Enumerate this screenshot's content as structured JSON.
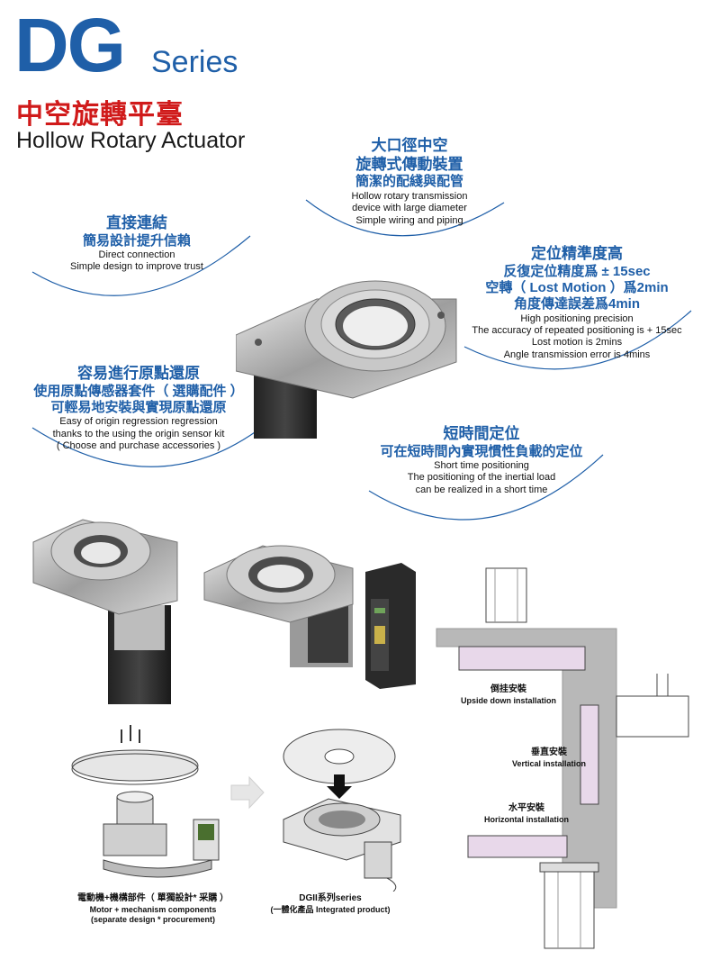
{
  "header": {
    "brand": "DG",
    "series": "Series",
    "title_zh": "中空旋轉平臺",
    "title_en": "Hollow Rotary Actuator"
  },
  "features": {
    "diameter": {
      "zh_h1": "大口徑中空",
      "zh_h2": "旋轉式傳動裝置",
      "zh_sub": "簡潔的配綫與配管",
      "en1": "Hollow rotary transmission",
      "en2": "device with large diameter",
      "en3": "Simple wiring and piping"
    },
    "direct": {
      "zh_h": "直接連結",
      "zh_sub": "簡易設計提升信賴",
      "en1": "Direct connection",
      "en2": "Simple design to improve trust"
    },
    "precision": {
      "zh_h": "定位精準度高",
      "zh1": "反復定位精度爲 ± 15sec",
      "zh2": "空轉（ Lost Motion ）爲2min",
      "zh3": "角度傳達誤差爲4min",
      "en1": "High positioning precision",
      "en2": "The accuracy of repeated positioning is + 15sec",
      "en3": "Lost motion is 2mins",
      "en4": "Angle transmission error is 4mins"
    },
    "origin": {
      "zh_h": "容易進行原點還原",
      "zh1": "使用原點傳感器套件（ 選購配件 ）",
      "zh2": "可輕易地安裝與實現原點還原",
      "en1": "Easy of origin regression regression",
      "en2": "thanks to the using the origin sensor kit",
      "en3": "( Choose and purchase accessories )"
    },
    "short": {
      "zh_h": "短時間定位",
      "zh_sub": "可在短時間內實現慣性負載的定位",
      "en1": "Short time positioning",
      "en2": "The positioning of the inertial load",
      "en3": "can be realized in a short time"
    }
  },
  "installations": {
    "upside_zh": "倒挂安裝",
    "upside_en": "Upside down installation",
    "vertical_zh": "垂直安裝",
    "vertical_en": "Vertical installation",
    "horizontal_zh": "水平安裝",
    "horizontal_en": "Horizontal installation"
  },
  "comparison": {
    "left_zh": "電動機+機構部件（ 單獨設計* 采購 ）",
    "left_en1": "Motor + mechanism components",
    "left_en2": "(separate design * procurement)",
    "right_zh": "DGII系列series",
    "right_en": "(一體化產品 Integrated product)"
  },
  "colors": {
    "brand_blue": "#1f5fa8",
    "title_red": "#d01a1a",
    "wall_gray": "#b8b8b8",
    "table_pink": "#e8d8ea"
  }
}
